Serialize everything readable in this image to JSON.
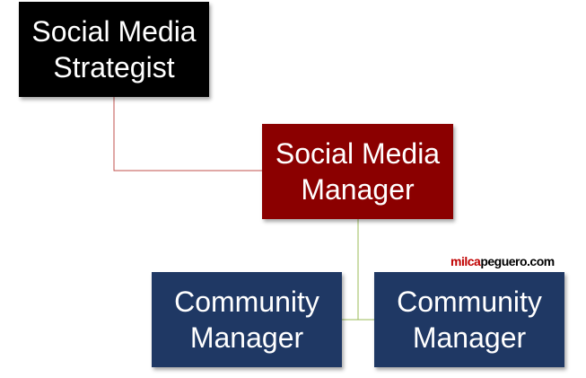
{
  "colors": {
    "strategist_bg": "#000000",
    "manager_bg": "#8b0000",
    "community_bg": "#1f3864",
    "connector_top": "#c0504d",
    "connector_bottom": "#9bbb59",
    "watermark_primary": "#c00000",
    "watermark_secondary": "#000000"
  },
  "nodes": {
    "strategist": {
      "line1": "Social Media",
      "line2": "Strategist"
    },
    "manager": {
      "line1": "Social Media",
      "line2": "Manager"
    },
    "community_left": {
      "line1": "Community",
      "line2": "Manager"
    },
    "community_right": {
      "line1": "Community",
      "line2": "Manager"
    }
  },
  "edges": [
    {
      "from": "strategist",
      "to": "manager"
    },
    {
      "from": "manager",
      "to": "community_left"
    },
    {
      "from": "manager",
      "to": "community_right"
    }
  ],
  "watermark": {
    "part1": "milca",
    "part2": "peguero",
    "part3": ".com"
  }
}
